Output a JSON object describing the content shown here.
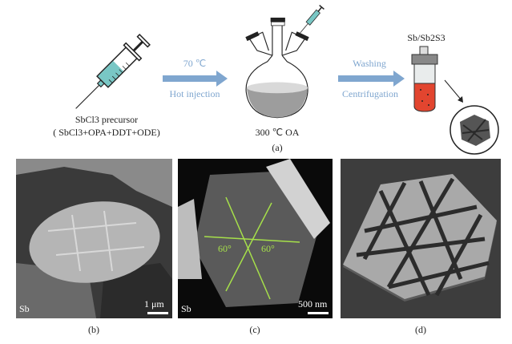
{
  "scheme": {
    "precursor_label": "SbCl3 precursor",
    "precursor_components": "( SbCl3+OPA+DDT+ODE)",
    "step1_top": "70 ℃",
    "step1_bottom": "Hot injection",
    "flask_label": "300 ℃ OA",
    "step2_top": "Washing",
    "step2_bottom": "Centrifugation",
    "product_label": "Sb/Sb2S3",
    "panel_label": "(a)"
  },
  "panels": [
    {
      "label": "(b)",
      "material": "Sb",
      "scale": "1 μm"
    },
    {
      "label": "(c)",
      "material": "Sb",
      "scale": "500 nm",
      "angle1": "60°",
      "angle2": "60°"
    },
    {
      "label": "(d)"
    }
  ],
  "colors": {
    "arrow": "#7fa6cf",
    "liquid_syringe": "#79c7c5",
    "liquid_tube": "#e2452f",
    "angle_lines": "#a6e04a"
  }
}
